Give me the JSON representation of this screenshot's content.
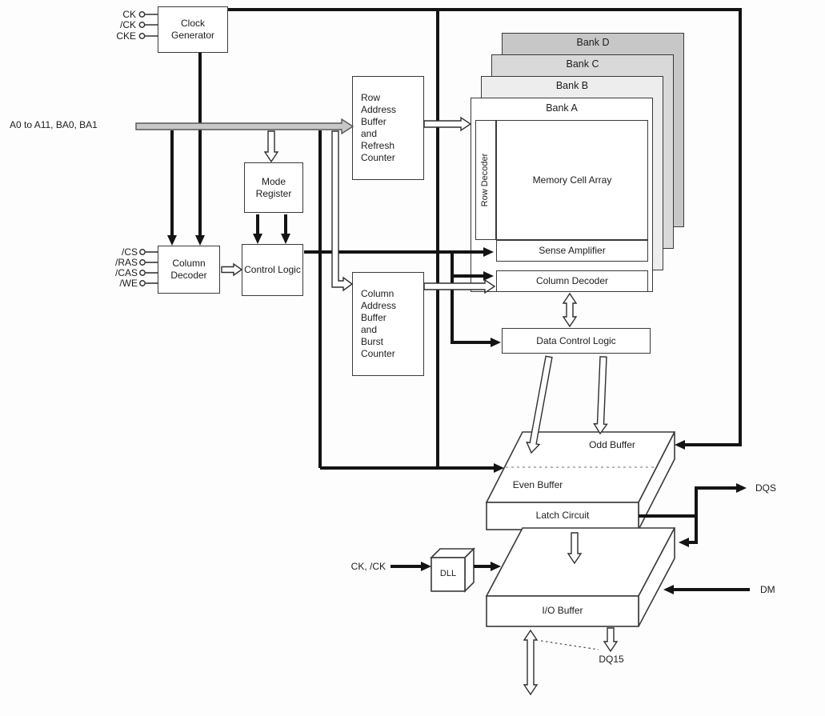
{
  "blocks": {
    "clock_generator": "Clock Generator",
    "mode_register": "Mode Register",
    "column_decoder": "Column Decoder",
    "control_logic": "Control Logic",
    "row_address_buffer": "Row Address Buffer and Refresh Counter",
    "column_address_buffer": "Column Address Buffer and Burst Counter",
    "row_decoder": "Row Decoder",
    "memory_cell_array": "Memory Cell Array",
    "sense_amplifier": "Sense Amplifier",
    "bank_column_decoder": "Column Decoder",
    "data_control_logic": "Data Control Logic",
    "odd_buffer": "Odd Buffer",
    "even_buffer": "Even Buffer",
    "latch_circuit": "Latch Circuit",
    "dll": "DLL",
    "io_buffer": "I/O Buffer"
  },
  "banks": [
    {
      "label": "Bank D"
    },
    {
      "label": "Bank C"
    },
    {
      "label": "Bank B"
    },
    {
      "label": "Bank A"
    }
  ],
  "signals": {
    "ck": "CK",
    "ckb": "/CK",
    "cke": "CKE",
    "address": "A0 to A11, BA0, BA1",
    "cs": "/CS",
    "ras": "/RAS",
    "cas": "/CAS",
    "we": "/WE",
    "ck_pair": "CK, /CK",
    "dqs": "DQS",
    "dm": "DM",
    "dq15": "DQ15"
  },
  "colors": {
    "wire": "#141414",
    "bus_fill": "#c8c8c8",
    "bank_d_fill": "#c7c7c7",
    "bank_c_fill": "#d9d9d9",
    "bank_b_fill": "#ededed"
  }
}
